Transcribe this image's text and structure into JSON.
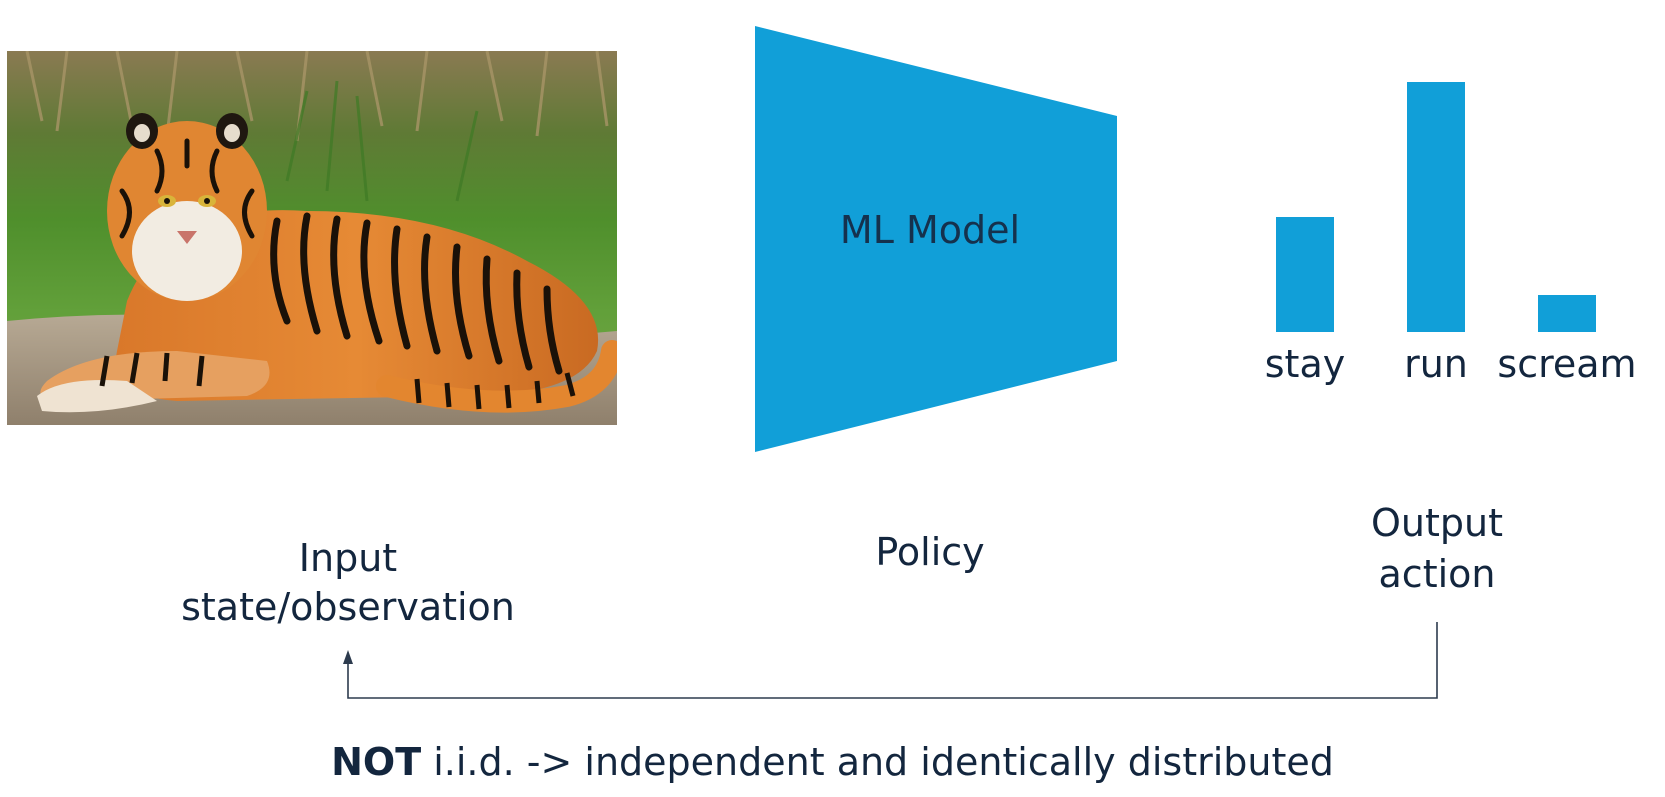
{
  "input": {
    "caption_line1": "Input",
    "caption_line2": "state/observation",
    "image_subject": "tiger"
  },
  "model": {
    "label": "ML Model",
    "caption": "Policy",
    "color": "#119fd8"
  },
  "output": {
    "caption_line1": "Output",
    "caption_line2": "action",
    "bar_color": "#119fd8"
  },
  "chart_data": {
    "type": "bar",
    "categories": [
      "stay",
      "run",
      "scream"
    ],
    "values": [
      0.46,
      1.0,
      0.15
    ],
    "title": "",
    "xlabel": "",
    "ylabel": ""
  },
  "footer": {
    "bold": "NOT",
    "rest": " i.i.d. -> independent and identically distributed"
  },
  "colors": {
    "accent": "#119fd8",
    "text": "#13263e",
    "arrow": "#2d3b4e"
  }
}
